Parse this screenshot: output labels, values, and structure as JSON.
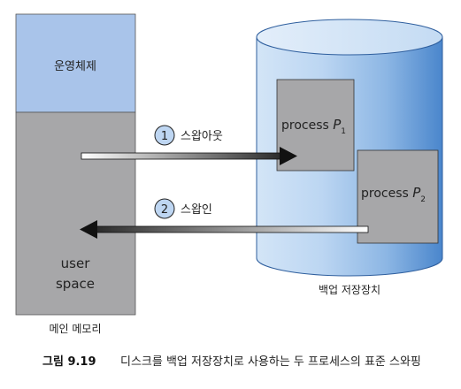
{
  "memory": {
    "os_label": "운영체제",
    "user_space_line1": "user",
    "user_space_line2": "space",
    "caption": "메인 메모리"
  },
  "store": {
    "caption": "백업 저장장치",
    "p1_text": "process ",
    "p1_var": "P",
    "p1_sub": "1",
    "p2_text": "process ",
    "p2_var": "P",
    "p2_sub": "2"
  },
  "steps": {
    "one_number": "1",
    "one_label": "스왑아웃",
    "two_number": "2",
    "two_label": "스왑인"
  },
  "figure": {
    "number": "그림 9.19",
    "caption": "디스크를 백업 저장장치로 사용하는 두 프로세스의 표준 스와핑"
  },
  "colors": {
    "os_block": "#a9c4ea",
    "user_block": "#a7a7a9",
    "process_block": "#a7a7a9",
    "cylinder_light": "#d6e7f7",
    "cylinder_dark": "#4f8ad0",
    "step_circle": "#bed6f2",
    "arrow": "#111111"
  }
}
